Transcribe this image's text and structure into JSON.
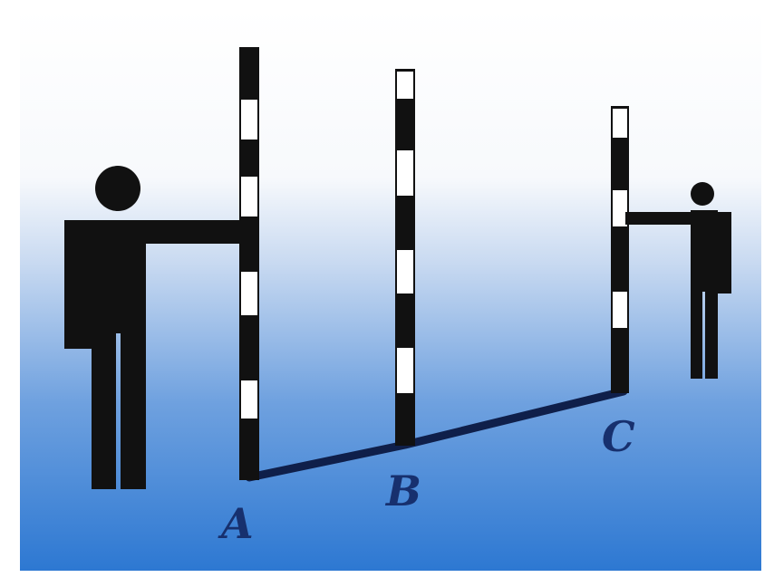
{
  "colors": {
    "figure": "#111111",
    "pole_dark": "#111111",
    "pole_light": "#ffffff",
    "ground_line": "#0f1f4a",
    "label": "#17306e",
    "bg_top": "#ffffff",
    "bg_bottom": "#2d78d2"
  },
  "points": {
    "a": "A",
    "b": "B",
    "c": "C"
  },
  "icons": {
    "left_person": "person-holding-pole-icon",
    "right_person": "person-holding-pole-icon"
  }
}
